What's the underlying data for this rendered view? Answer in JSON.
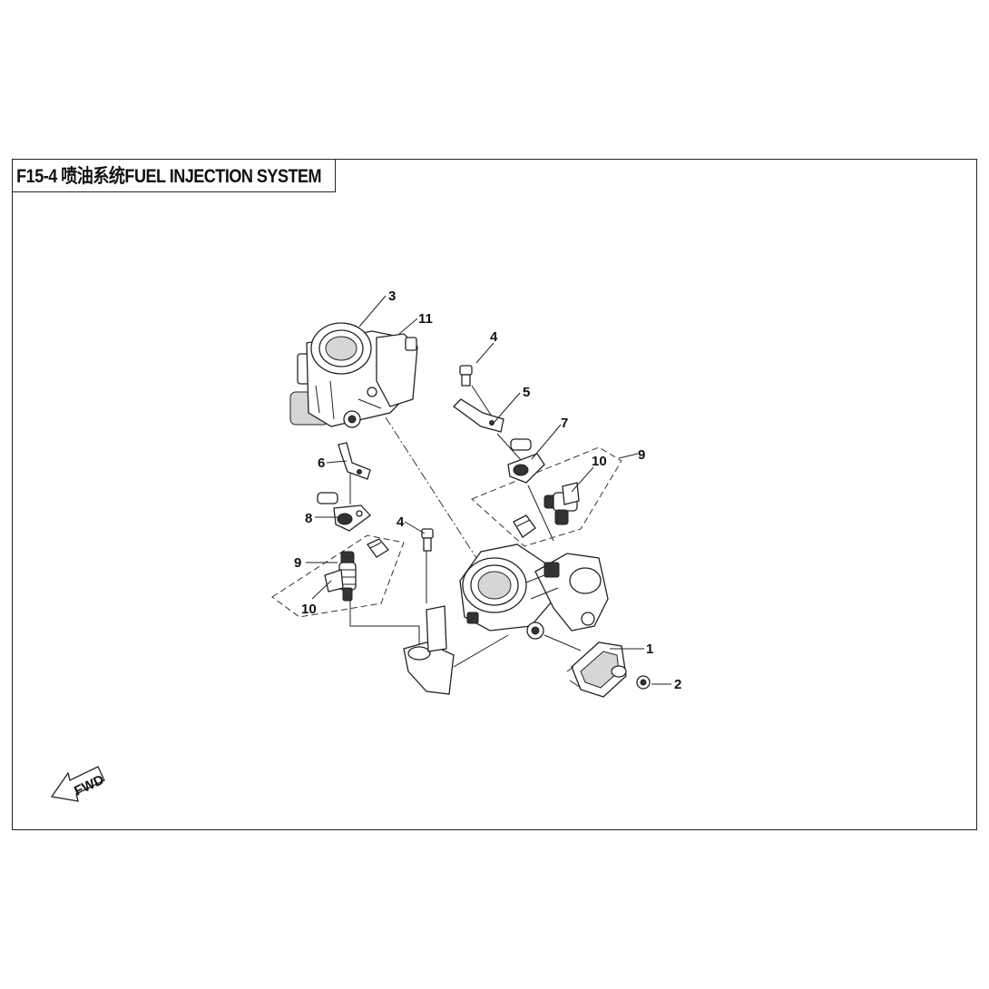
{
  "title": "F15-4 喷油系统FUEL INJECTION SYSTEM",
  "callouts": {
    "c1": "1",
    "c2": "2",
    "c3": "3",
    "c4a": "4",
    "c4b": "4",
    "c5": "5",
    "c6": "6",
    "c7": "7",
    "c8": "8",
    "c9a": "9",
    "c9b": "9",
    "c10a": "10",
    "c10b": "10",
    "c11": "11"
  },
  "fwd_label": "FWD"
}
